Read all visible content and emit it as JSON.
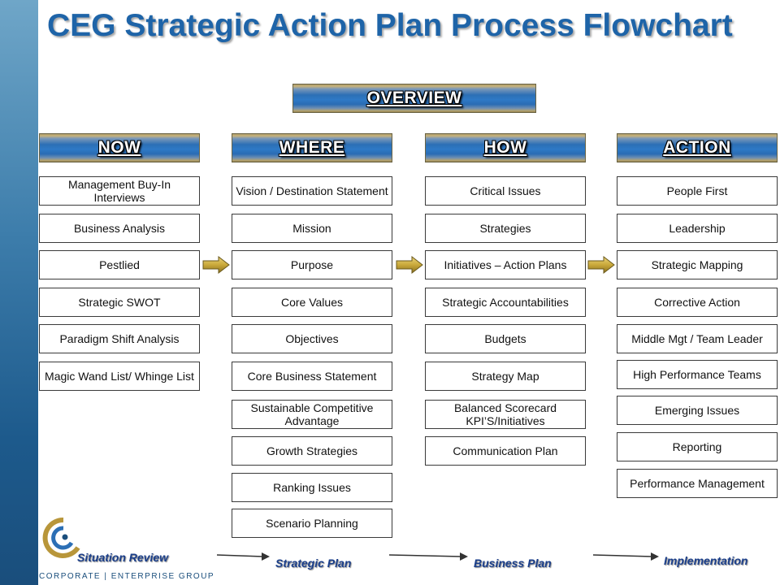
{
  "title": "CEG Strategic Action Plan Process Flowchart",
  "overview_label": "OVERVIEW",
  "columns": [
    {
      "header": "NOW",
      "items": [
        "Management Buy-In Interviews",
        "Business Analysis",
        "Pestlied",
        "Strategic SWOT",
        "Paradigm Shift Analysis",
        "Magic Wand List/ Whinge List"
      ]
    },
    {
      "header": "WHERE",
      "items": [
        "Vision / Destination Statement",
        "Mission",
        "Purpose",
        "Core Values",
        "Objectives",
        "Core Business Statement",
        "Sustainable Competitive Advantage",
        "Growth Strategies",
        "Ranking Issues",
        "Scenario Planning"
      ]
    },
    {
      "header": "HOW",
      "items": [
        "Critical Issues",
        "Strategies",
        "Initiatives – Action Plans",
        "Strategic Accountabilities",
        "Budgets",
        "Strategy Map",
        "Balanced Scorecard KPI’S/Initiatives",
        "Communication Plan"
      ]
    },
    {
      "header": "ACTION",
      "items": [
        "People First",
        "Leadership",
        "Strategic Mapping",
        "Corrective Action",
        "Middle Mgt / Team Leader",
        "High Performance Teams",
        "Emerging Issues",
        "Reporting",
        "Performance Management"
      ]
    }
  ],
  "stages": {
    "situation_review": "Situation Review",
    "strategic_plan": "Strategic Plan",
    "business_plan": "Business Plan",
    "implementation": "Implementation"
  },
  "logo_text": "CORPORATE | ENTERPRISE GROUP",
  "colors": {
    "title": "#1e64a8",
    "band": "#1d5a8c",
    "arrow": "#c9a93a",
    "stage_text": "#1a3e8a"
  }
}
